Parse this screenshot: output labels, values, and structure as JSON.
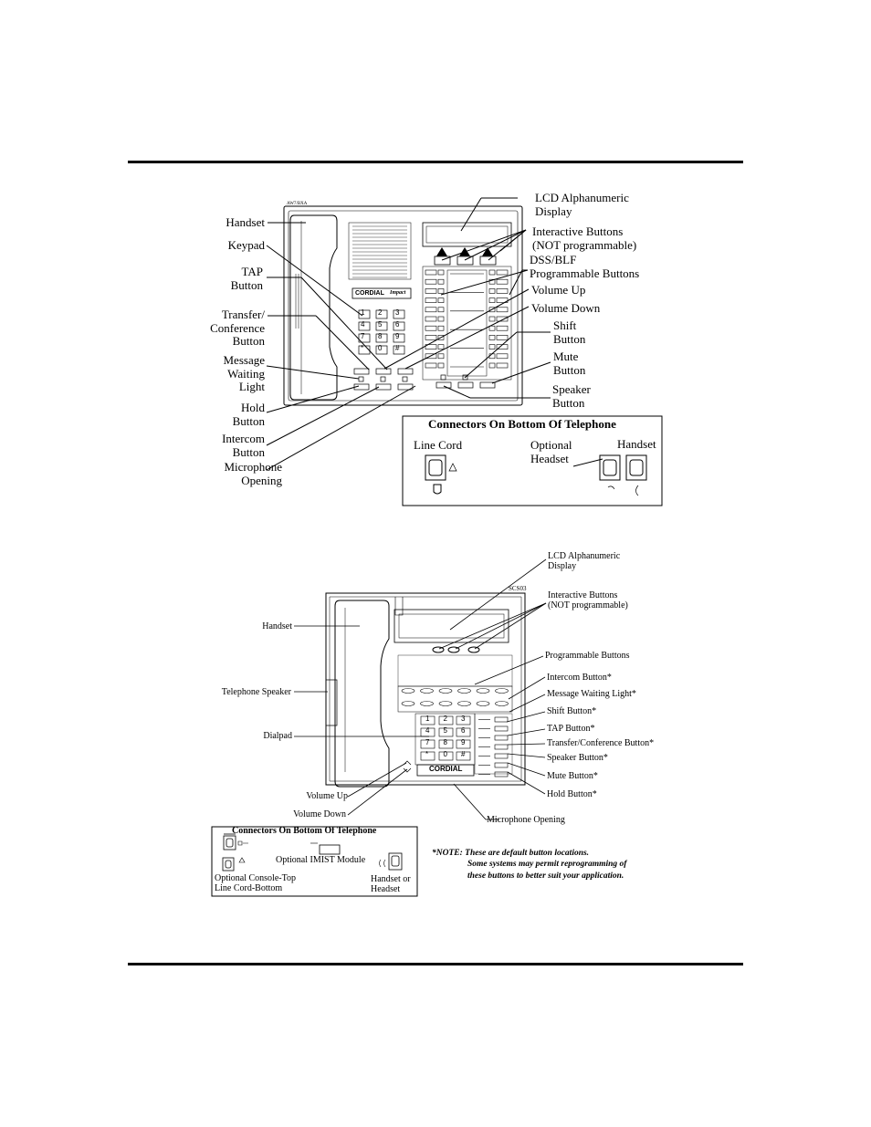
{
  "phone1": {
    "model_code": "AW7/BXA",
    "brand": "CORDIAL",
    "sub_brand": "Impact",
    "keys": [
      "1",
      "2",
      "3",
      "4",
      "5",
      "6",
      "7",
      "8",
      "9",
      "*",
      "0",
      "#"
    ],
    "left_labels": {
      "handset": "Handset",
      "keypad": "Keypad",
      "tap_1": "TAP",
      "tap_2": "Button",
      "transfer_1": "Transfer/",
      "transfer_2": "Conference",
      "transfer_3": "Button",
      "mwl_1": "Message",
      "mwl_2": "Waiting",
      "mwl_3": "Light",
      "hold_1": "Hold",
      "hold_2": "Button",
      "intercom_1": "Intercom",
      "intercom_2": "Button",
      "mic_1": "Microphone",
      "mic_2": "Opening"
    },
    "right_labels": {
      "lcd_1": "LCD  Alphanumeric",
      "lcd_2": "Display",
      "interactive_1": "Interactive  Buttons",
      "interactive_2": "(NOT  programmable)",
      "dss_1": "DSS/BLF",
      "dss_2": "Programmable  Buttons",
      "vol_up": "Volume Up",
      "vol_down": "Volume Down",
      "shift_1": "Shift",
      "shift_2": "Button",
      "mute_1": "Mute",
      "mute_2": "Button",
      "speaker_1": "Speaker",
      "speaker_2": "Button"
    },
    "connectors": {
      "title": "Connectors On Bottom Of Telephone",
      "line_cord": "Line Cord",
      "optional_1": "Optional",
      "optional_2": "Headset",
      "handset": "Handset"
    }
  },
  "phone2": {
    "model_code": "SCS03",
    "brand": "CORDIAL",
    "keys": [
      "1",
      "2",
      "3",
      "4",
      "5",
      "6",
      "7",
      "8",
      "9",
      "*",
      "0",
      "#"
    ],
    "labels": {
      "lcd_1": "LCD Alphanumeric",
      "lcd_2": "Display",
      "interactive_1": "Interactive Buttons",
      "interactive_2": "(NOT programmable)",
      "handset": "Handset",
      "programmable": "Programmable Buttons",
      "intercom": "Intercom Button*",
      "telephone_speaker": "Telephone Speaker",
      "mwl": "Message Waiting Light*",
      "shift": "Shift Button*",
      "dialpad": "Dialpad",
      "tap": "TAP Button*",
      "transfer": "Transfer/Conference Button*",
      "speaker": "Speaker Button*",
      "mute": "Mute Button*",
      "volume_up": "Volume Up",
      "hold": "Hold Button*",
      "volume_down": "Volume Down",
      "microphone": "Microphone Opening"
    },
    "connectors": {
      "title": "Connectors On Bottom Of Telephone",
      "imist": "Optional IMIST Module",
      "console_1": "Optional Console-Top",
      "console_2": "Line Cord-Bottom",
      "handset_1": "Handset or",
      "handset_2": "Headset"
    },
    "note": {
      "line1": "*NOTE: These are default button locations.",
      "line2": "Some systems may permit reprogramming of",
      "line3": "these buttons to better suit your application."
    }
  }
}
